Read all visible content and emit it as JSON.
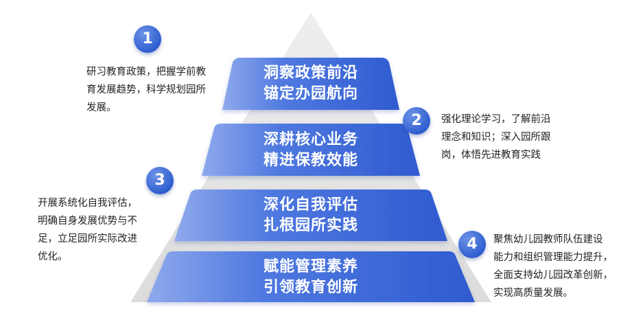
{
  "tiers": [
    {
      "line1": "洞察政策前沿",
      "line2": "锚定办园航向"
    },
    {
      "line1": "深耕核心业务",
      "line2": "精进保教效能"
    },
    {
      "line1": "深化自我评估",
      "line2": "扎根园所实践"
    },
    {
      "line1": "赋能管理素养",
      "line2": "引领教育创新"
    }
  ],
  "points": [
    {
      "number": "1",
      "lines": [
        "研习教育政策，把握学前教",
        "育发展趋势，科学规划园所",
        "发展。"
      ]
    },
    {
      "number": "2",
      "lines": [
        "强化理论学习，了解前沿",
        "理念和知识；深入园所跟",
        "岗，体悟先进教育实践"
      ]
    },
    {
      "number": "3",
      "lines": [
        "开展系统化自我评估，",
        "明确自身发展优势与不",
        "足，立足园所实际改进",
        "优化。"
      ]
    },
    {
      "number": "4",
      "lines": [
        "聚焦幼儿园教师队伍建设",
        "能力和组织管理能力提升，",
        "全面支持幼儿园改革创新，",
        "实现高质量发展。"
      ]
    }
  ],
  "colors": {
    "tier_light": "#8fa9ec",
    "tier_dark": "#2f5bd0",
    "backdrop": "#e4e4e4"
  }
}
